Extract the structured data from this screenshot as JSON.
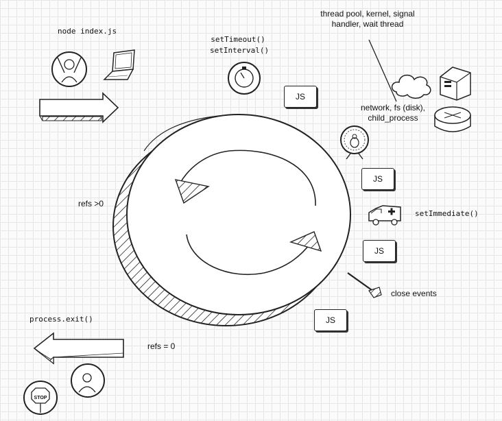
{
  "labels": {
    "node_index": "node index.js",
    "set_timeout": "setTimeout()",
    "set_interval": "setInterval()",
    "thread_pool_line1": "thread pool, kernel, signal",
    "thread_pool_line2": "handler, wait thread",
    "network_line1": "network, fs (disk),",
    "network_line2": "child_process",
    "set_immediate": "setImmediate()",
    "close_events": "close events",
    "refs_gt": "refs >0",
    "refs_eq": "refs = 0",
    "process_exit": "process.exit()",
    "stop_sign": "STOP"
  },
  "js_boxes": [
    "JS",
    "JS",
    "JS",
    "JS"
  ],
  "icons": [
    "person-cheering-icon",
    "laptop-icon",
    "stopwatch-icon",
    "cloud-icon",
    "server-icon",
    "router-icon",
    "hamster-wheel-icon",
    "ambulance-icon",
    "broom-icon",
    "person-icon",
    "stop-sign-icon",
    "arrow-right-icon",
    "arrow-left-icon"
  ]
}
